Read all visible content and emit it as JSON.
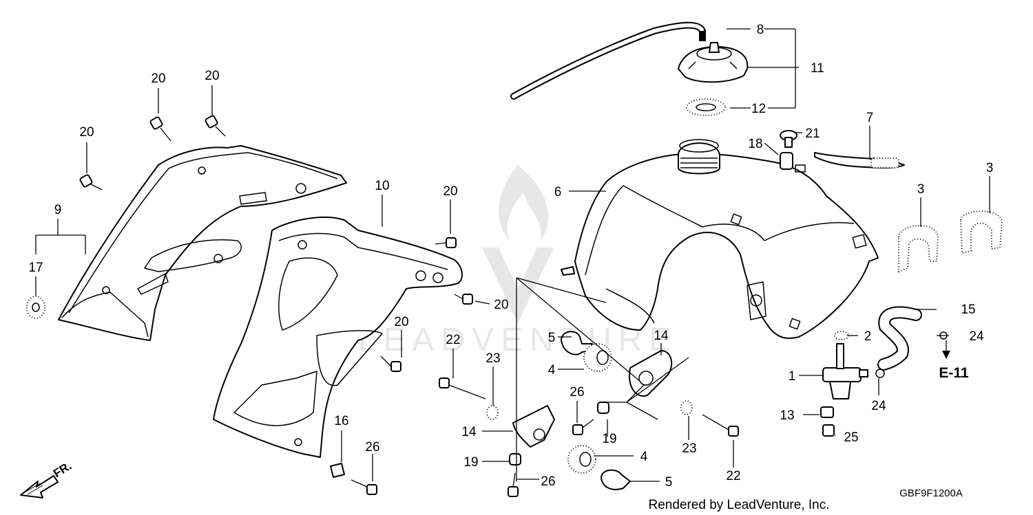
{
  "diagram": {
    "callouts": {
      "c1": "1",
      "c2": "2",
      "c3a": "3",
      "c3b": "3",
      "c4a": "4",
      "c4b": "4",
      "c5a": "5",
      "c5b": "5",
      "c6": "6",
      "c7": "7",
      "c8": "8",
      "c9": "9",
      "c10": "10",
      "c11": "11",
      "c12": "12",
      "c13": "13",
      "c14a": "14",
      "c14b": "14",
      "c15": "15",
      "c16": "16",
      "c17": "17",
      "c18": "18",
      "c19a": "19",
      "c19b": "19",
      "c20a": "20",
      "c20b": "20",
      "c20c": "20",
      "c20d": "20",
      "c20e": "20",
      "c20f": "20",
      "c21": "21",
      "c22a": "22",
      "c22b": "22",
      "c23a": "23",
      "c23b": "23",
      "c24a": "24",
      "c24b": "24",
      "c25": "25",
      "c26a": "26",
      "c26b": "26",
      "c26c": "26"
    },
    "section_ref": "E-11",
    "direction_label": "FR.",
    "drawing_code": "GBF9F1200A",
    "credit": "Rendered by LeadVenture, Inc.",
    "watermark": "LEADVENTURE"
  }
}
